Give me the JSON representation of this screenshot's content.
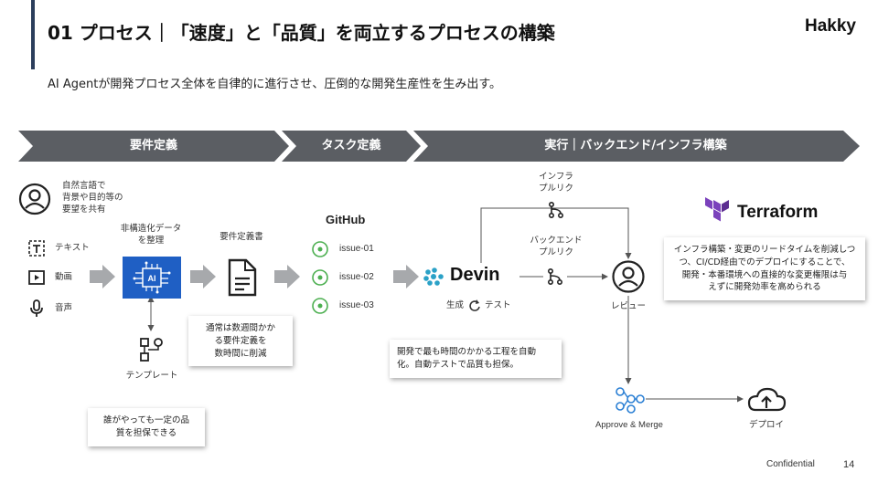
{
  "header": {
    "title": "01 プロセス｜「速度」と「品質」を両立するプロセスの構築",
    "brand": "Hakky",
    "subtitle": "AI Agentが開発プロセス全体を自律的に進行させ、圧倒的な開発生産性を生み出す。"
  },
  "phases": [
    {
      "label": "要件定義"
    },
    {
      "label": "タスク定義"
    },
    {
      "label": "実行｜バックエンド/インフラ構築"
    }
  ],
  "inputs": {
    "share_text_1": "自然言語で",
    "share_text_2": "背景や目的等の",
    "share_text_3": "要望を共有",
    "items": [
      {
        "label": "テキスト",
        "icon": "text-icon"
      },
      {
        "label": "動画",
        "icon": "video-icon"
      },
      {
        "label": "音声",
        "icon": "mic-icon"
      }
    ]
  },
  "ai_step": {
    "label_1": "非構造化データ",
    "label_2": "を整理",
    "chip": "AI"
  },
  "doc_step": {
    "label": "要件定義書"
  },
  "template": {
    "label": "テンプレート"
  },
  "callouts": {
    "doc_1": "通常は数週間かか",
    "doc_2": "る要件定義を",
    "doc_3": "数時間に削減",
    "template_1": "誰がやっても一定の品",
    "template_2": "質を担保できる",
    "devin_1": "開発で最も時間のかかる工程を自動",
    "devin_2": "化。自動テストで品質も担保。",
    "infra_1": "インフラ構築・変更のリードタイムを削減しつ",
    "infra_2": "つ、CI/CD経由でのデプロイにすることで、",
    "infra_3": "開発・本番環境への直接的な変更権限は与",
    "infra_4": "えずに開発効率を高められる"
  },
  "github": {
    "label": "GitHub",
    "issues": [
      "issue-01",
      "issue-02",
      "issue-03"
    ]
  },
  "devin": {
    "label": "Devin",
    "gen": "生成",
    "test": "テスト"
  },
  "pr": {
    "infra_1": "インフラ",
    "infra_2": "プルリク",
    "backend_1": "バックエンド",
    "backend_2": "プルリク"
  },
  "review": {
    "label": "レビュー"
  },
  "approve": {
    "label": "Approve & Merge"
  },
  "deploy": {
    "label": "デプロイ"
  },
  "terraform": {
    "label": "Terraform"
  },
  "footer": {
    "confidential": "Confidential",
    "page": "14"
  },
  "colors": {
    "phase": "#5b5e63",
    "arrow": "#a7a9ac",
    "ai_blue": "#1f5fc4",
    "terraform": "#7b42bc",
    "devin": "#2aa1c7",
    "green": "#4caf50"
  }
}
